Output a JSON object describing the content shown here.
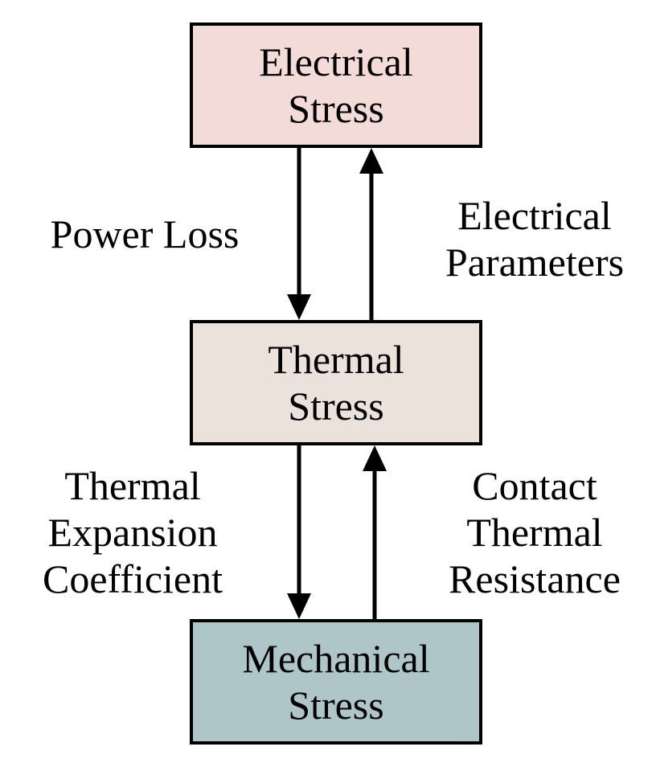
{
  "boxes": {
    "electrical": {
      "lines": [
        "Electrical",
        "Stress"
      ],
      "fill": "#f3dcd8"
    },
    "thermal": {
      "lines": [
        "Thermal",
        "Stress"
      ],
      "fill": "#ece2dc"
    },
    "mechanical": {
      "lines": [
        "Mechanical",
        "Stress"
      ],
      "fill": "#afc6c8"
    }
  },
  "edges": {
    "power_loss": {
      "lines": [
        "Power Loss"
      ]
    },
    "electrical_parameters": {
      "lines": [
        "Electrical",
        "Parameters"
      ]
    },
    "thermal_expansion": {
      "lines": [
        "Thermal",
        "Expansion",
        "Coefficient"
      ]
    },
    "contact_thermal_resistance": {
      "lines": [
        "Contact",
        "Thermal",
        "Resistance"
      ]
    }
  },
  "colors": {
    "stroke": "#000000",
    "background": "#ffffff"
  }
}
